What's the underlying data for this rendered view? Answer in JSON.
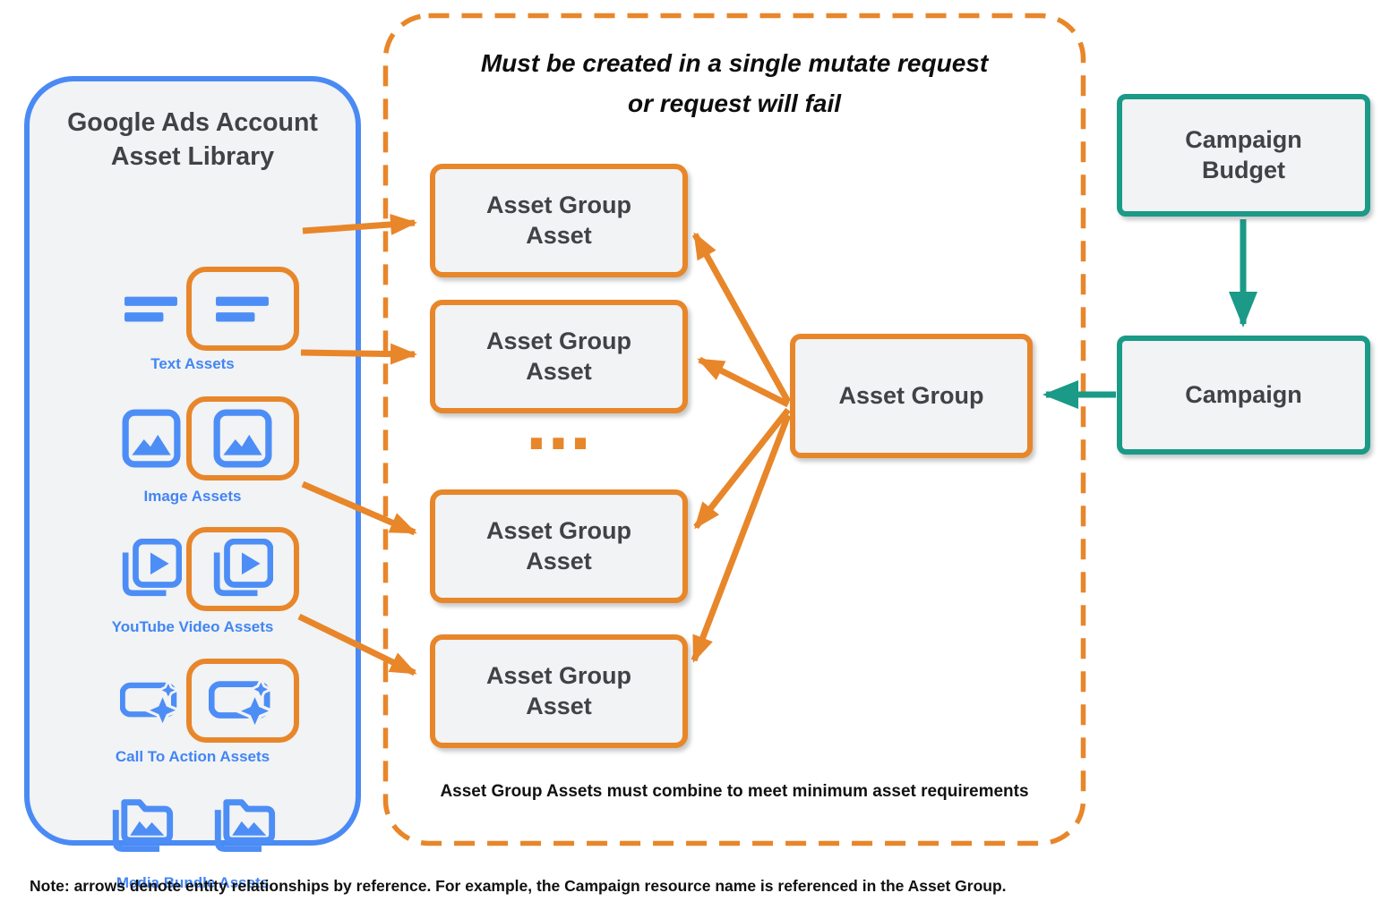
{
  "colors": {
    "orange": "#E8862A",
    "blue": "#4285F4",
    "teal": "#1A9A87",
    "node_fill": "#F1F3F4",
    "node_text": "#3F4346"
  },
  "asset_library": {
    "title": "Google Ads Account\nAsset Library",
    "items": [
      {
        "label": "Text Assets",
        "icon": "text-asset-icon",
        "highlighted": true
      },
      {
        "label": "Image Assets",
        "icon": "image-asset-icon",
        "highlighted": true
      },
      {
        "label": "YouTube Video  Assets",
        "icon": "youtube-video-asset-icon",
        "highlighted": true
      },
      {
        "label": "Call To Action Assets",
        "icon": "call-to-action-asset-icon",
        "highlighted": true
      },
      {
        "label": "Media Bundle  Assets",
        "icon": "media-bundle-asset-icon",
        "highlighted": false
      }
    ]
  },
  "mutate_group": {
    "title": "Must be created in a single mutate request\nor request will fail",
    "asset_group_asset_label": "Asset Group Asset",
    "ellipsis": "...",
    "footnote": "Asset Group Assets must combine to meet minimum asset requirements"
  },
  "asset_group": {
    "label": "Asset Group"
  },
  "campaign_budget": {
    "label": "Campaign Budget"
  },
  "campaign": {
    "label": "Campaign"
  },
  "note": "Note: arrows denote entity relationships by reference. For example, the Campaign resource name is referenced in the Asset Group."
}
